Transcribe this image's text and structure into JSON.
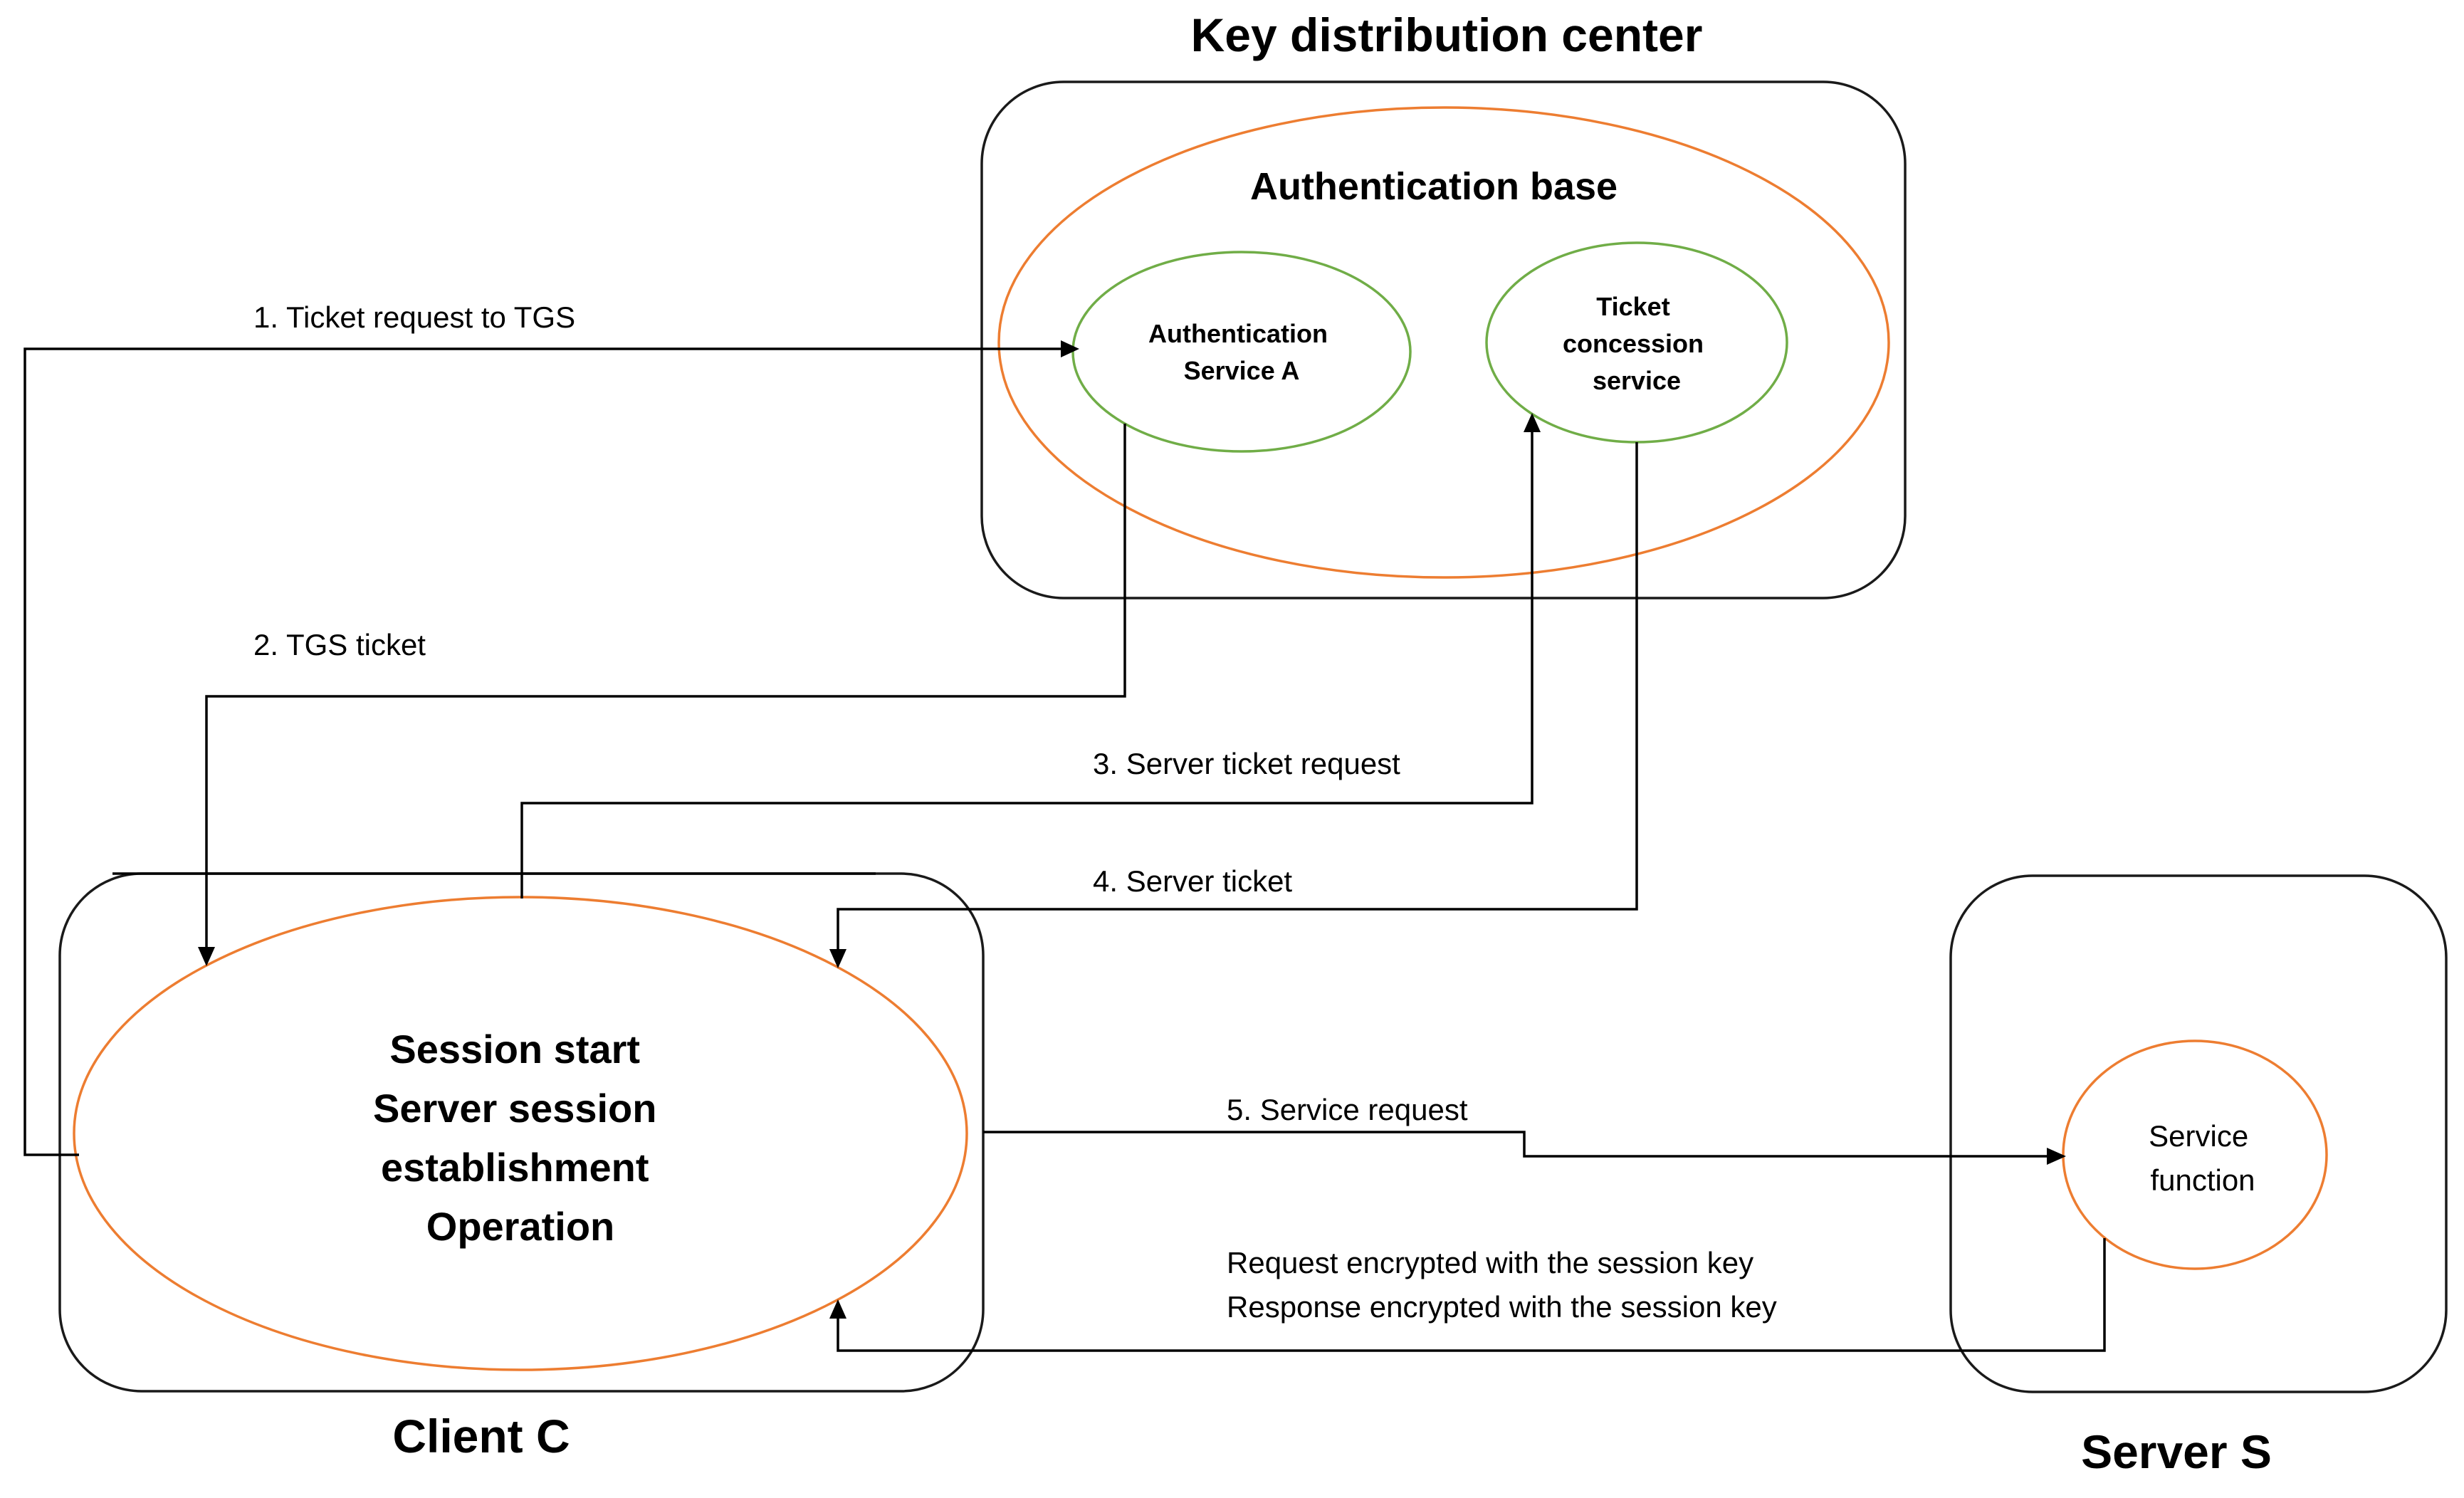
{
  "titles": {
    "kdc": "Key distribution center",
    "auth_base": "Authentication base",
    "client": "Client C",
    "server": "Server S"
  },
  "nodes": {
    "auth_service": [
      "Authentication",
      "Service A"
    ],
    "tgs": [
      "Ticket",
      "concession",
      "service"
    ],
    "client_center": [
      "Session start",
      "Server session",
      "establishment",
      "Operation"
    ],
    "service_function": [
      "Service",
      "function"
    ]
  },
  "flows": {
    "step1": "1. Ticket request to TGS",
    "step2": "2. TGS ticket",
    "step3": "3. Server ticket request",
    "step4": "4. Server ticket",
    "step5": "5. Service request",
    "encrypted_request": "Request encrypted  with the session key",
    "encrypted_response": "Response encrypted  with the session key"
  },
  "colors": {
    "container_stroke": "#1a1a1a",
    "accent_orange": "#ed7d31",
    "accent_green": "#70ad47",
    "arrow": "#000000"
  }
}
